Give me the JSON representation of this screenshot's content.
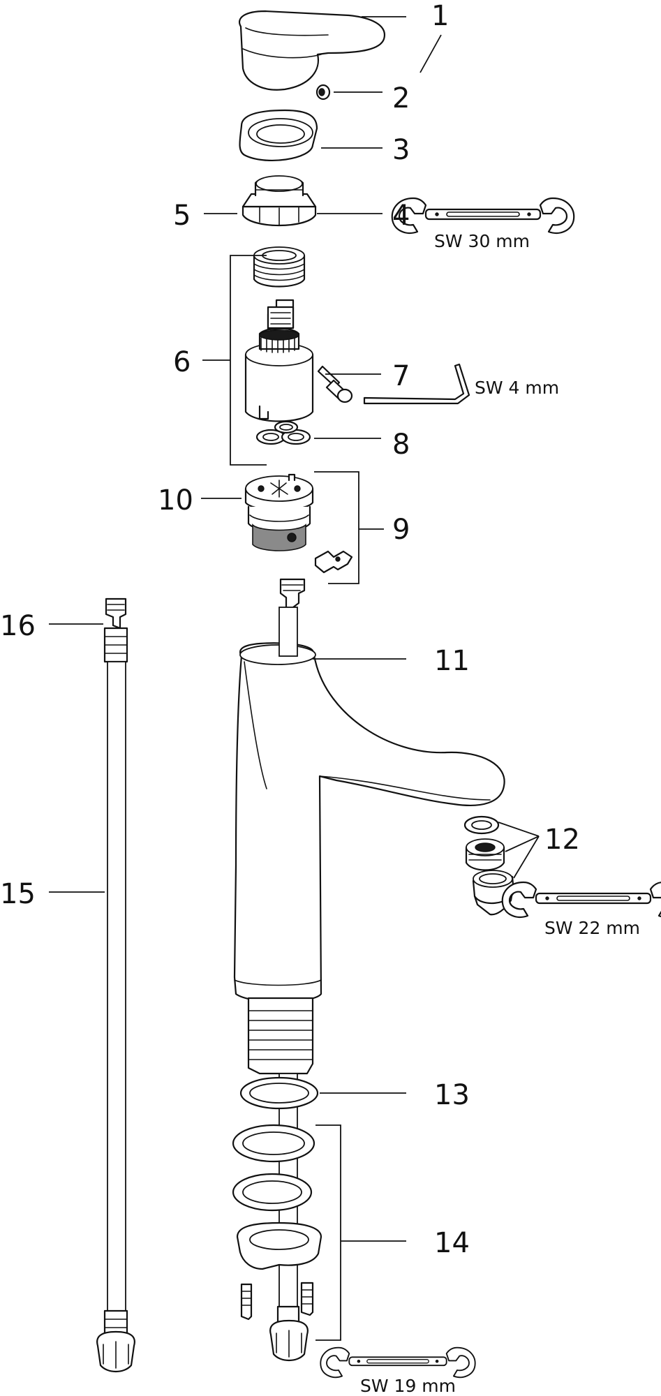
{
  "part_numbers": [
    "1",
    "2",
    "3",
    "4",
    "5",
    "6",
    "7",
    "8",
    "9",
    "10",
    "11",
    "12",
    "13",
    "14",
    "15",
    "16"
  ],
  "tool_labels": {
    "wrench_30": "SW 30 mm",
    "allen_4": "SW 4 mm",
    "wrench_22": "SW 22 mm",
    "wrench_19": "SW 19 mm"
  },
  "icons": [
    "open-end-wrench-icon",
    "allen-key-icon"
  ]
}
